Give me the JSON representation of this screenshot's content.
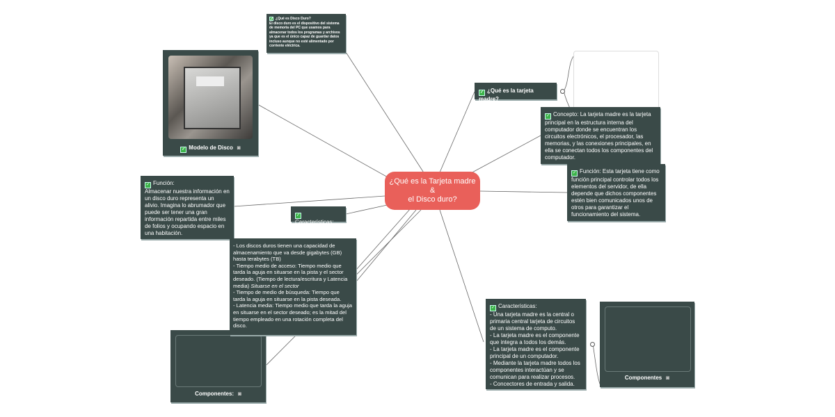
{
  "center": {
    "title": "¿Qué es la Tarjeta madre\n&\nel Disco duro?"
  },
  "disco_duro": {
    "title": "¿Qué es Disco Duro?",
    "text": "El disco duro es el dispositivo del sistema de memoria  del PC que usamos para almacenar todos los programas y archivos ya que es el único capaz de guardar datos incluso aunque no esté alimentado por corriente eléctrica."
  },
  "modelo": {
    "label": "Modelo de Disco"
  },
  "funcion_disco": {
    "title": "Función:",
    "text": "Almacenar nuestra información en un disco duro representa un alivio. Imagina lo abrumador que puede ser tener una gran información repartida entre miles de folios y ocupando espacio en una habitación."
  },
  "caracteristicas_disco": {
    "label": "Características:"
  },
  "detalles": {
    "lines": [
      "- Los discos duros tienen una capacidad de almacenamiento que va desde gigabytes (GB) hasta terabytes (TB)",
      "- Tiempo medio de acceso: Tiempo medio que tarda la aguja en situarse en la pista y el sector deseado. (Tiempo de lectura/escritura y Latencia media)"
    ],
    "italic": "Situarse en el sector",
    "lines2": [
      "- Tiempo de medio de búsqueda: Tiempo que tarda la aguja en situarse en la pista deseada.",
      "- Latencia media: Tiempo medio que tarda la aguja en situarse en el sector deseado; es la mitad del tiempo empleado en una rotación completa del disco."
    ]
  },
  "componentes_disco": {
    "label": "Componentes:"
  },
  "tarjeta": {
    "label": "¿Qué es la tarjeta madre?"
  },
  "concepto": {
    "text": "Concepto: La tarjeta madre es la tarjeta principal en la estructura interna del computador donde se encuentran los circuitos electrónicos, el procesador, las memorias, y las conexiones principales, en ella se conectan todos los componentes del computador."
  },
  "funcion_tarjeta": {
    "text": "Función: Esta tarjeta tiene como función principal controlar todos los elementos del servidor, de ella depende que dichos componentes estén bien comunicados unos de otros para garantizar el funcionamiento del sistema."
  },
  "caracteristicas_tarjeta": {
    "title": "Características:",
    "lines": [
      "- Una tarjeta madre es la central o primaria central tarjeta de circuitos de un sistema de computo.",
      "- La tarjeta madre es el componente que integra a todos los demás.",
      "- La tarjeta madre es el componente principal de un computador.",
      "- Mediante la tarjeta madre todos los componentes interactúan y se comunican para realizar procesos.",
      "- Concectores de entrada y salida."
    ]
  },
  "componentes_tarjeta": {
    "label": "Componentes"
  },
  "colors": {
    "center": "#e9605a",
    "node": "#3a4a48",
    "check": "#3cb44a"
  }
}
